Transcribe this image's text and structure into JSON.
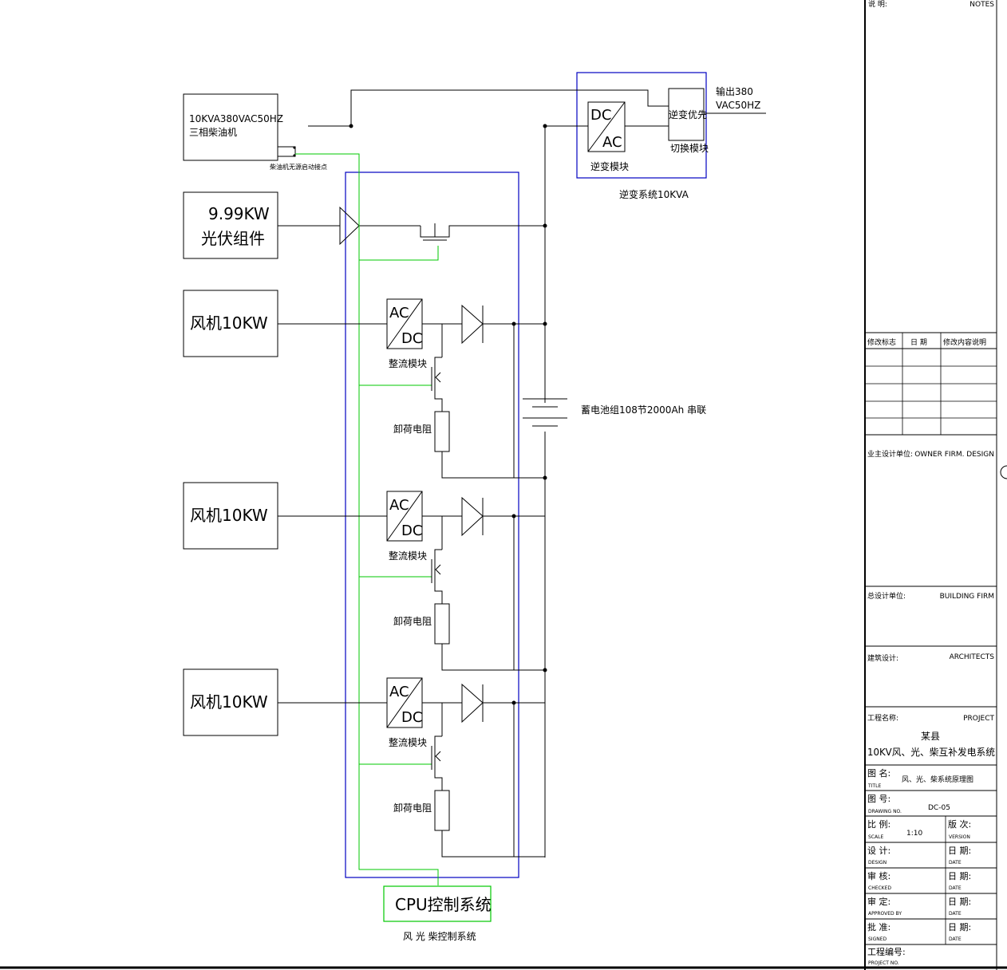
{
  "diagram": {
    "generator": {
      "line1": "10KVA380VAC50HZ",
      "line2": "三相柴油机",
      "note": "柴油机无源启动接点"
    },
    "pv": {
      "line1": "9.99KW",
      "line2": "光伏组件"
    },
    "wind": [
      {
        "label": "风机10KW"
      },
      {
        "label": "风机10KW"
      },
      {
        "label": "风机10KW"
      }
    ],
    "rectifier": {
      "ac": "AC",
      "dc": "DC",
      "caption": "整流模块"
    },
    "dump_load": "卸荷电阻",
    "battery": "蓄电池组108节2000Ah 串联",
    "inverter": {
      "dc": "DC",
      "ac": "AC",
      "caption": "逆变模块",
      "priority": "逆变优先",
      "switch": "切换模块",
      "system": "逆变系统10KVA"
    },
    "output": {
      "line1": "输出380",
      "line2": "VAC50HZ"
    },
    "cpu": "CPU控制系统",
    "control_caption": "风 光 柴控制系统",
    "colors": {
      "wire": "#000000",
      "control": "#00c800",
      "enclosure": "#0000c0"
    }
  },
  "title_block": {
    "top_left": "说 明:",
    "top_right": "NOTES",
    "rev_headers": [
      "修改标志",
      "日 期",
      "修改内容说明"
    ],
    "client_label": "业主设计单位:",
    "client_value": "OWNER FIRM. DESIGN",
    "design_firm_label": "总设计单位:",
    "design_firm_value": "BUILDING FIRM",
    "arch_label": "建筑设计:",
    "arch_value": "ARCHITECTS",
    "project_label": "工程名称:",
    "project_value": "PROJECT",
    "project_line1": "某县",
    "project_line2": "10KV风、光、柴互补发电系统",
    "drawing_title_label": "图 名:",
    "drawing_title_sub": "TITLE",
    "drawing_title": "风、光、柴系统原理图",
    "drawing_no_label": "图 号:",
    "drawing_no_sub": "DRAWING NO.",
    "drawing_no": "DC-05",
    "scale_label": "比 例:",
    "scale_sub": "SCALE",
    "scale_value": "1:10",
    "version_label": "版 次:",
    "version_sub": "VERSION",
    "design_label": "设 计:",
    "design_sub": "DESIGN",
    "date1_label": "日 期:",
    "date1_sub": "DATE",
    "check_label": "审 核:",
    "check_sub": "CHECKED",
    "date2_label": "日 期:",
    "date2_sub": "DATE",
    "approve_label": "审 定:",
    "approve_sub": "APPROVED BY",
    "date3_label": "日 期:",
    "date3_sub": "DATE",
    "sign_label": "批 准:",
    "sign_sub": "SIGNED",
    "date4_label": "日 期:",
    "date4_sub": "DATE",
    "job_label": "工程编号:",
    "job_sub": "PROJECT NO."
  }
}
